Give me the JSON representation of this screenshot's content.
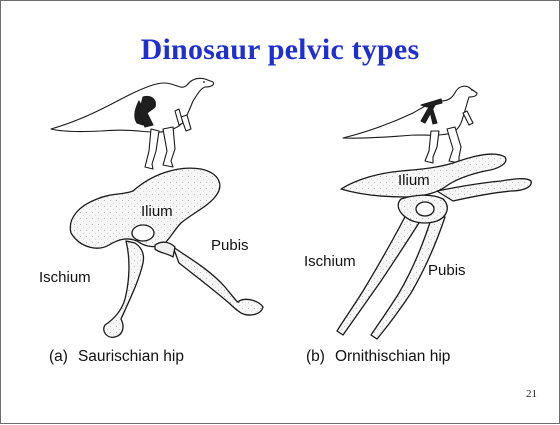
{
  "slide": {
    "title": "Dinosaur pelvic types",
    "page_number": "21"
  },
  "saurischian": {
    "labels": {
      "ilium": "Ilium",
      "pubis": "Pubis",
      "ischium": "Ischium"
    },
    "caption_letter": "(a)",
    "caption_text": "Saurischian hip"
  },
  "ornithischian": {
    "labels": {
      "ilium": "Ilium",
      "ischium": "Ischium",
      "pubis": "Pubis"
    },
    "caption_letter": "(b)",
    "caption_text": "Ornithischian hip"
  },
  "colors": {
    "title": "#1f2fd0",
    "bone_fill": "#f4f4f4",
    "outline": "#1a1a1a",
    "hip_highlight": "#222222"
  }
}
